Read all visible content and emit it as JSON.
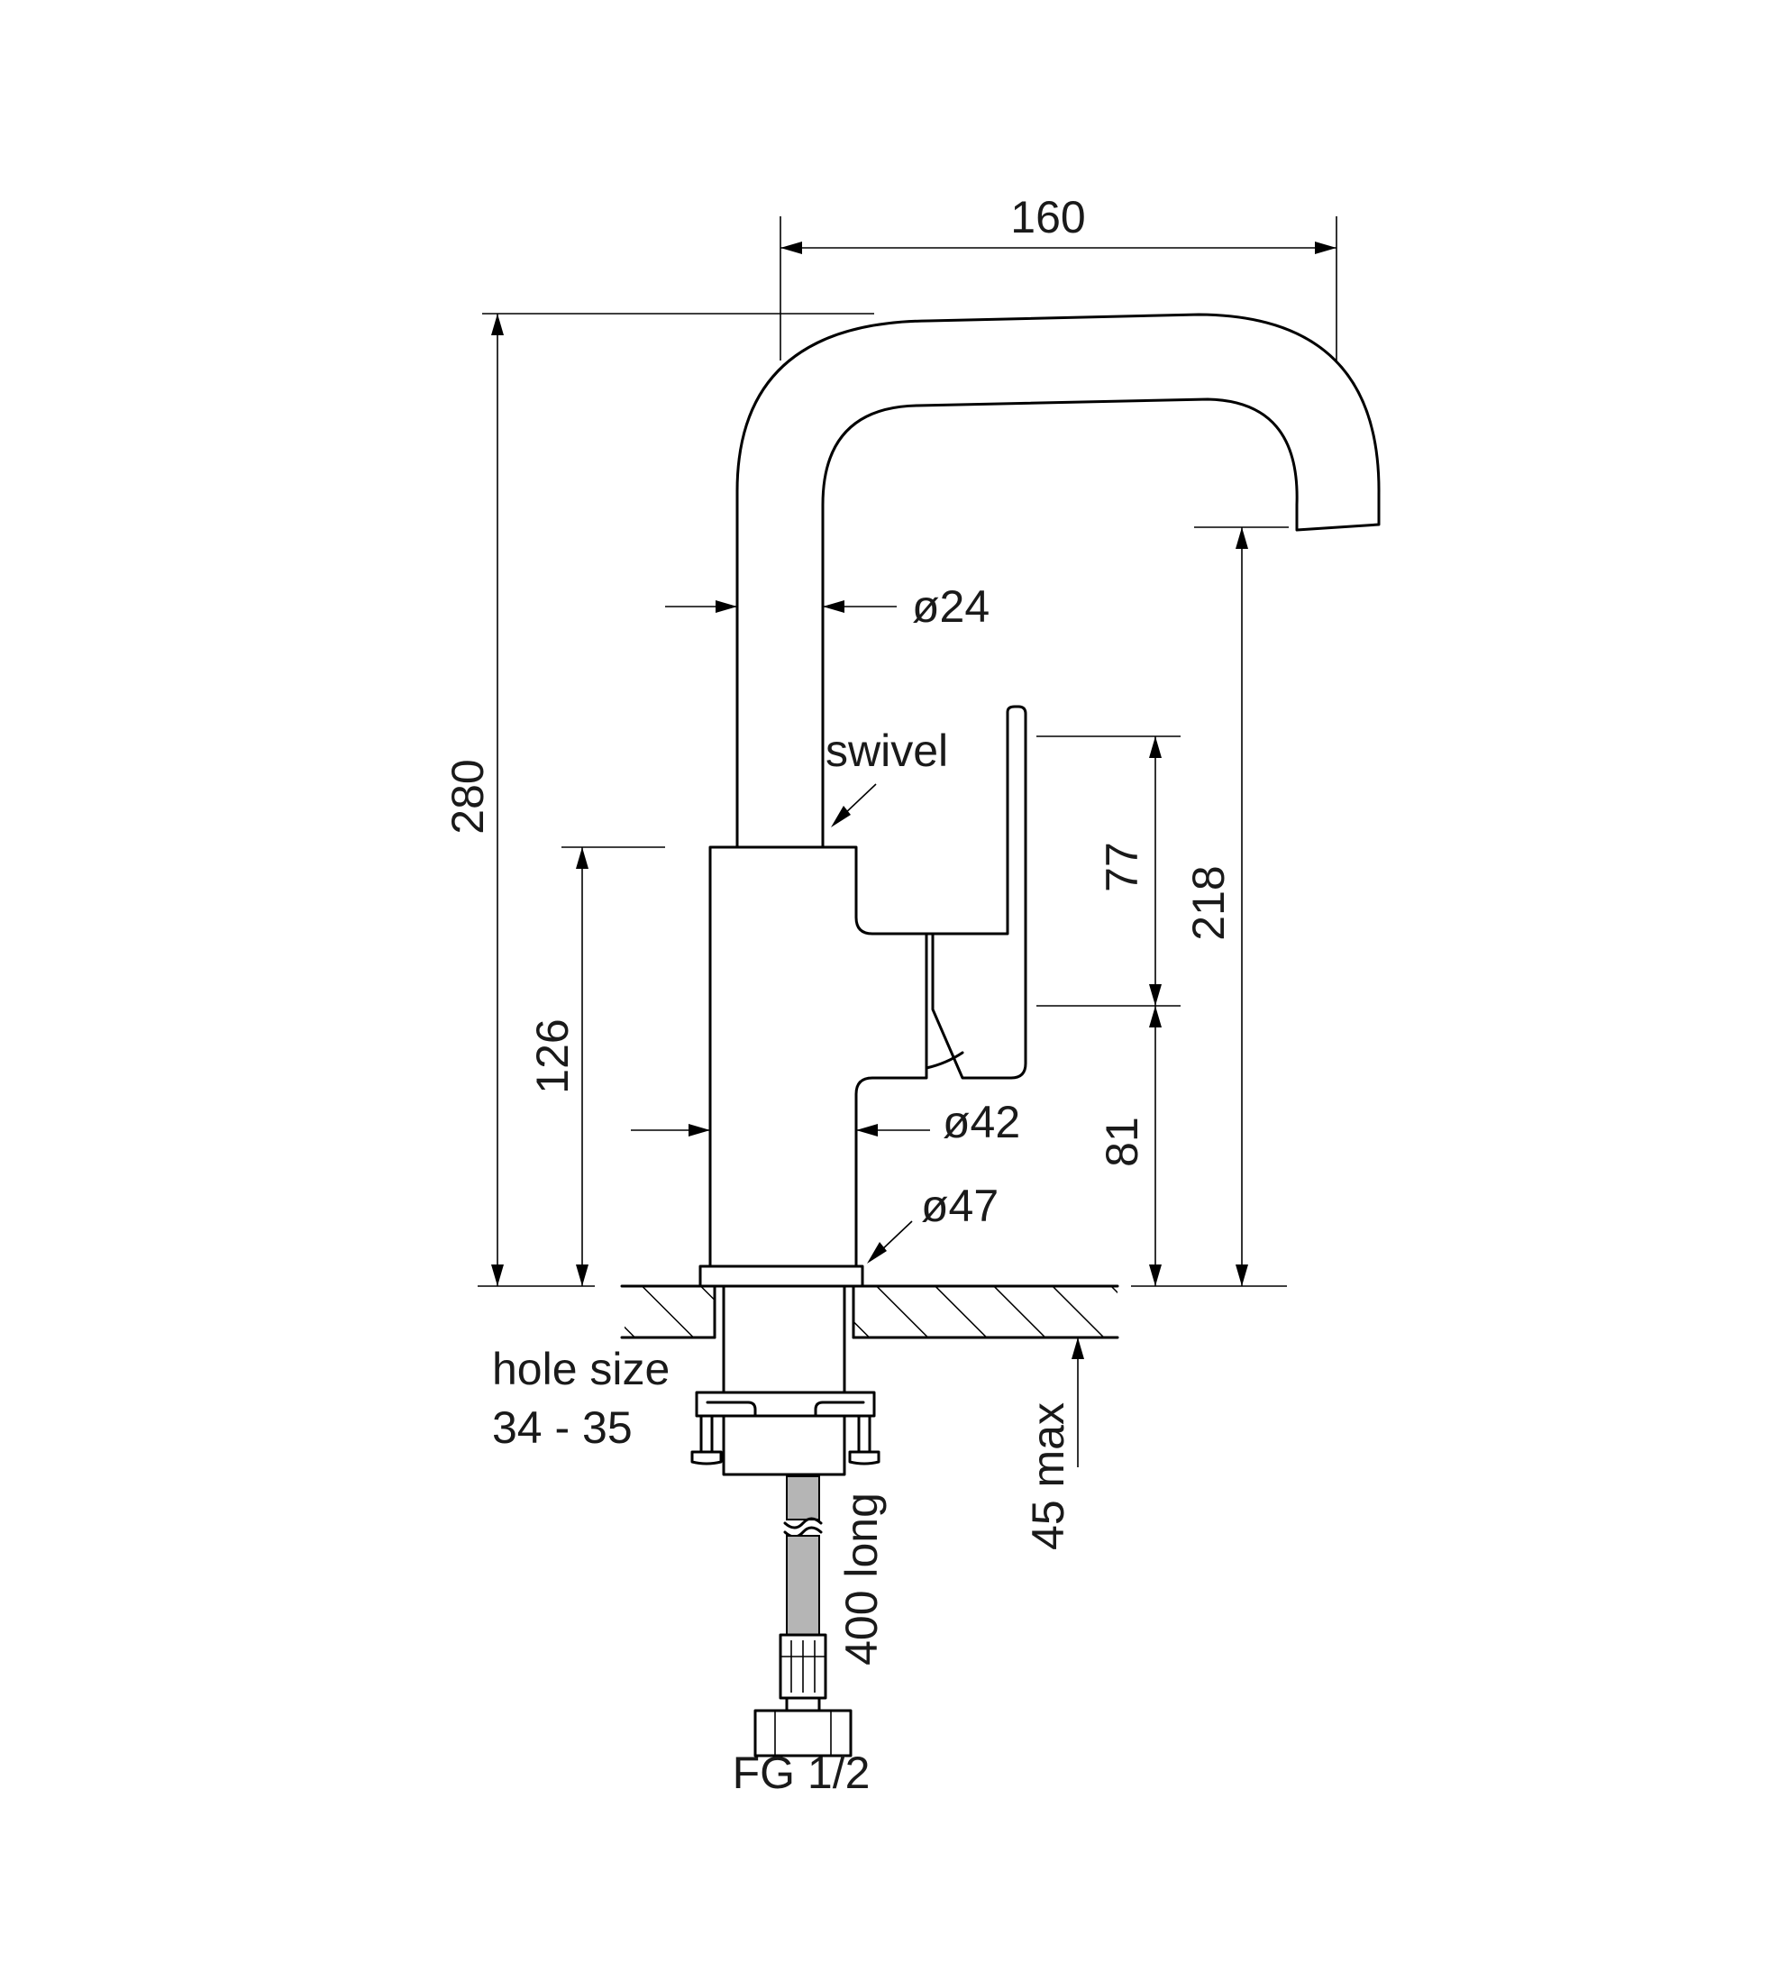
{
  "labels": {
    "width_160": "160",
    "height_280": "280",
    "spout_diameter": "ø24",
    "swivel": "swivel",
    "body_height_126": "126",
    "lever_77": "77",
    "spout_clearance_218": "218",
    "lower_81": "81",
    "body_diameter": "ø42",
    "base_diameter": "ø47",
    "hole_size_line1": "hole size",
    "hole_size_line2": "34 - 35",
    "max_thickness": "45 max",
    "hose_length": "400 long",
    "connection": "FG 1/2"
  },
  "colors": {
    "line": "#000000",
    "text": "#1a1a1a",
    "hose": "#b5b5b5"
  }
}
